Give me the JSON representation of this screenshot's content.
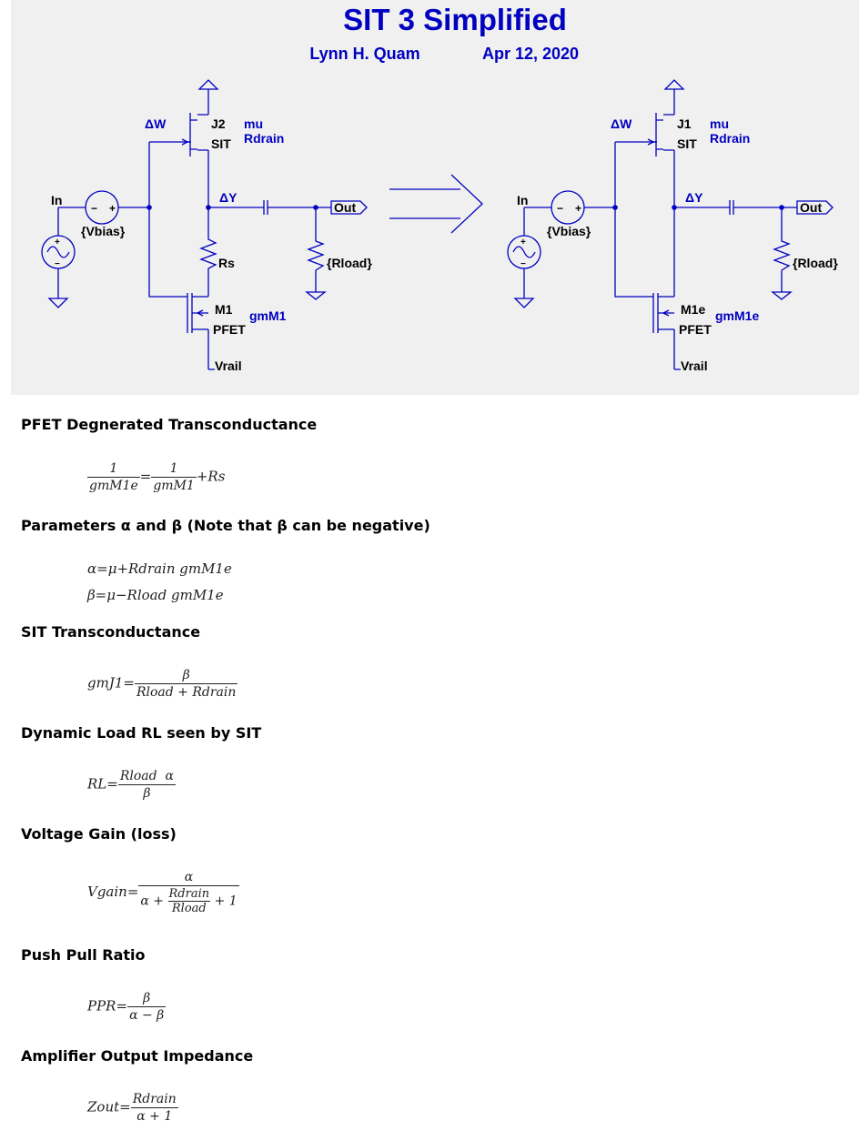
{
  "schematic": {
    "title": "SIT 3 Simplified",
    "author": "Lynn H. Quam",
    "date": "Apr 12, 2020",
    "left": {
      "delta_w": "ΔW",
      "delta_y": "ΔY",
      "jfet_name": "J2",
      "jfet_model": "SIT",
      "param_mu": "mu",
      "param_rdrain": "Rdrain",
      "in": "In",
      "vbias": "{Vbias}",
      "out": "Out",
      "rload": "{Rload}",
      "rs": "Rs",
      "mos_name": "M1",
      "mos_model": "PFET",
      "gm": "gmM1",
      "vrail": "Vrail",
      "src_minus": "−",
      "src_plus": "+",
      "ac_plus": "+",
      "ac_minus": "−"
    },
    "right": {
      "delta_w": "ΔW",
      "delta_y": "ΔY",
      "jfet_name": "J1",
      "jfet_model": "SIT",
      "param_mu": "mu",
      "param_rdrain": "Rdrain",
      "in": "In",
      "vbias": "{Vbias}",
      "out": "Out",
      "rload": "{Rload}",
      "mos_name": "M1e",
      "mos_model": "PFET",
      "gm": "gmM1e",
      "vrail": "Vrail",
      "src_minus": "−",
      "src_plus": "+",
      "ac_plus": "+",
      "ac_minus": "−"
    },
    "colors": {
      "wire": "#0000c0",
      "background": "#f0f0f0",
      "label": "#000000"
    }
  },
  "sections": {
    "pfet": {
      "heading": "PFET Degnerated Transconductance",
      "lhs_num": "1",
      "lhs_den": "gmM1e",
      "eq": "=",
      "rhs_num": "1",
      "rhs_den": "gmM1",
      "tail": "+Rs"
    },
    "params": {
      "heading": "Parameters α and β (Note that β can be negative)",
      "alpha": "α=μ+Rdrain gmM1e",
      "beta": "β=μ−Rload gmM1e"
    },
    "sit_gm": {
      "heading": "SIT Transconductance",
      "lhs": "gmJ1=",
      "num": "β",
      "den": "Rload + Rdrain"
    },
    "dyn_load": {
      "heading": "Dynamic Load RL seen by SIT",
      "lhs": "RL=",
      "num": "Rload  α",
      "den": "β"
    },
    "vgain": {
      "heading": "Voltage Gain (loss)",
      "lhs": "Vgain=",
      "num": "α",
      "den_pre": "α +",
      "den_inner_num": "Rdrain",
      "den_inner_den": "Rload",
      "den_post": "+ 1"
    },
    "ppr": {
      "heading": "Push Pull Ratio",
      "lhs": "PPR=",
      "num": "β",
      "den": "α − β"
    },
    "zout": {
      "heading": "Amplifier Output Impedance",
      "lhs": "Zout=",
      "num": "Rdrain",
      "den": "α + 1"
    }
  }
}
